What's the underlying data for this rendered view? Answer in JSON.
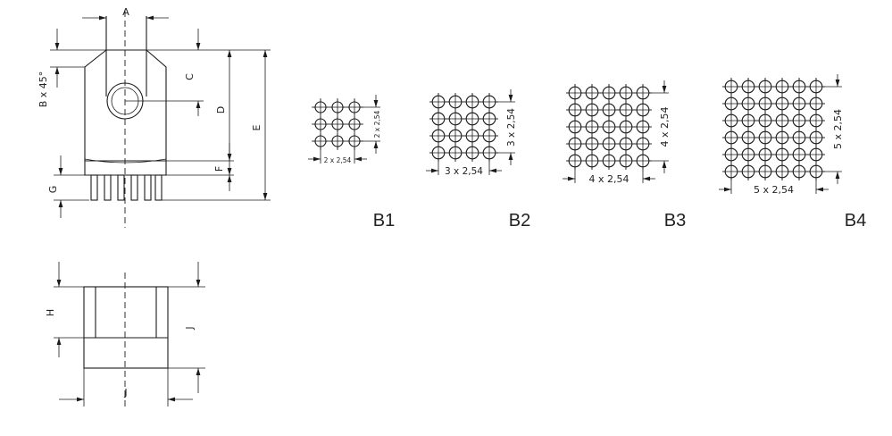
{
  "drawing": {
    "dims": {
      "a": "A",
      "b_chamfer": "B x 45°",
      "c": "C",
      "d": "D",
      "e": "E",
      "f": "F",
      "g": "G",
      "h": "H",
      "j_vertical": "J",
      "j_horizontal": "J"
    },
    "patterns": [
      {
        "id": "B1",
        "label": "B1",
        "rows": 3,
        "cols": 3,
        "horiz_dim": "2 x 2,54",
        "vert_dim": "2 x 2,54"
      },
      {
        "id": "B2",
        "label": "B2",
        "rows": 4,
        "cols": 4,
        "horiz_dim": "3 x 2,54",
        "vert_dim": "3 x 2,54"
      },
      {
        "id": "B3",
        "label": "B3",
        "rows": 5,
        "cols": 5,
        "horiz_dim": "4 x 2,54",
        "vert_dim": "4 x 2,54"
      },
      {
        "id": "B4",
        "label": "B4",
        "rows": 6,
        "cols": 6,
        "horiz_dim": "5 x 2,54",
        "vert_dim": "5 x 2,54"
      }
    ]
  }
}
